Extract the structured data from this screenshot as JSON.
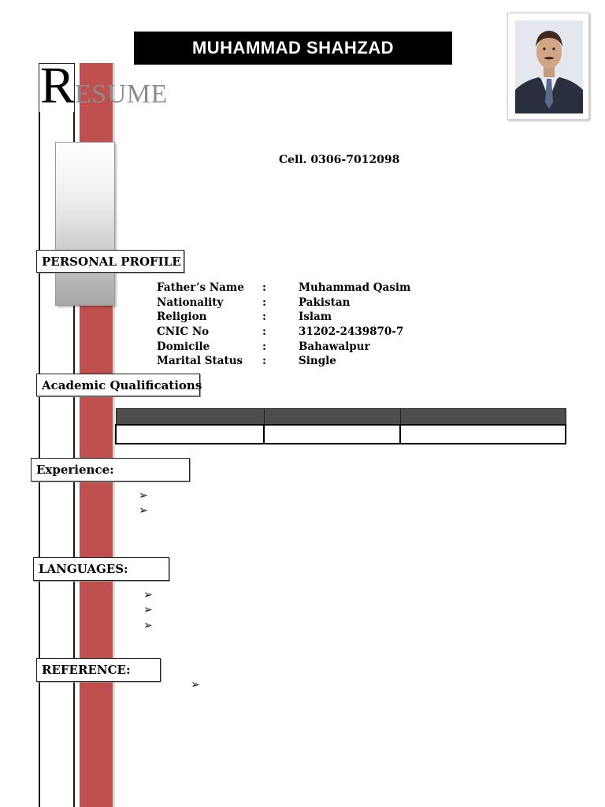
{
  "header": {
    "name": "MUHAMMAD SHAHZAD",
    "resume_first": "R",
    "resume_rest": "ESUME",
    "photo_alt": "profile photo"
  },
  "contact": {
    "cell": "Cell. 0306-7012098"
  },
  "sections": {
    "personal_profile": "PERSONAL PROFILE",
    "academic": "Academic Qualifications",
    "experience": "Experience:",
    "languages": "LANGUAGES:",
    "reference": "REFERENCE:"
  },
  "profile": [
    {
      "key": "Father’s Name",
      "sep": ":",
      "value": "Muhammad Qasim"
    },
    {
      "key": "Nationality",
      "sep": ":",
      "value": "Pakistan"
    },
    {
      "key": "Religion",
      "sep": ":",
      "value": "Islam"
    },
    {
      "key": "CNIC No",
      "sep": ":",
      "value": "31202-2439870-7"
    },
    {
      "key": "Domicile",
      "sep": ":",
      "value": "Bahawalpur"
    },
    {
      "key": "Marital Status",
      "sep": ":",
      "value": "Single"
    }
  ],
  "bullet_glyph": "➢",
  "colors": {
    "accent_bar": "#c0504d",
    "banner": "#000000",
    "table_header": "#4d4d4d"
  }
}
